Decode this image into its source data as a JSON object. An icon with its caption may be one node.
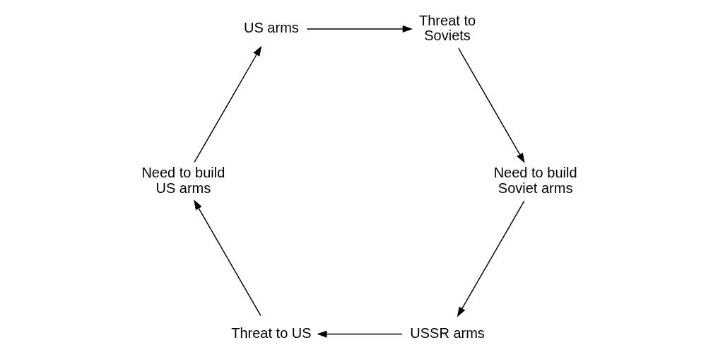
{
  "diagram": {
    "nodes": [
      {
        "text": [
          "USSR arms"
        ]
      },
      {
        "text": [
          "Threat to US"
        ]
      },
      {
        "text": [
          "Need to build US arms"
        ]
      },
      {
        "text": [
          "US arms"
        ]
      },
      {
        "text": [
          "Threat to Soviets"
        ]
      },
      {
        "text": [
          "Need to build Soviet arms"
        ]
      }
    ],
    "edges": [
      {
        "from": 0,
        "to": 1,
        "arrow": "to"
      },
      {
        "from": 1,
        "to": 2,
        "arrow": "to"
      },
      {
        "from": 2,
        "to": 3,
        "arrow": "to"
      },
      {
        "from": 3,
        "to": 4,
        "arrow": "to"
      },
      {
        "from": 4,
        "to": 5,
        "arrow": "to"
      },
      {
        "from": 5,
        "to": 0,
        "arrow": "to"
      }
    ]
  }
}
